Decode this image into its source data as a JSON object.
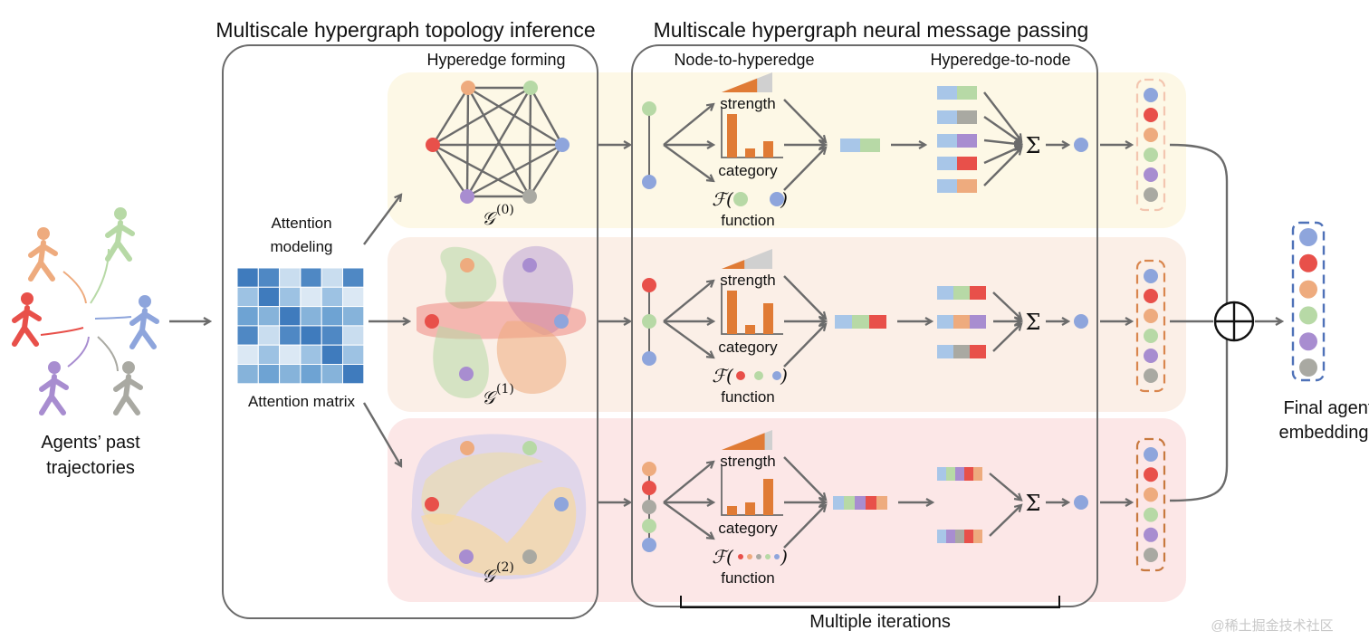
{
  "titles": {
    "topology": "Multiscale hypergraph topology inference",
    "message_passing": "Multiscale hypergraph neural message passing"
  },
  "subtitles": {
    "hyperedge_forming": "Hyperedge forming",
    "node_to_hyperedge": "Node-to-hyperedge",
    "hyperedge_to_node": "Hyperedge-to-node"
  },
  "input": {
    "line1": "Agents’ past",
    "line2": "trajectories"
  },
  "attention": {
    "modeling_line1": "Attention",
    "modeling_line2": "modeling",
    "matrix_label": "Attention matrix"
  },
  "graphs": [
    {
      "symbol": "𝒢",
      "scale": "(0)"
    },
    {
      "symbol": "𝒢",
      "scale": "(1)"
    },
    {
      "symbol": "𝒢",
      "scale": "(2)"
    }
  ],
  "edge_features": {
    "strength": "strength",
    "category": "category",
    "function_symbol": "ℱ(",
    "function_close": ")",
    "function": "function"
  },
  "sum_symbol": "Σ",
  "aggregate_symbol": "⊕",
  "output": {
    "line1": "Final agent",
    "line2": "embeddings"
  },
  "iterations_label": "Multiple iterations",
  "watermark": "@稀土掘金技术社区",
  "colors": {
    "red": "#e8504a",
    "orange": "#eeab7e",
    "green": "#b7d9a6",
    "blue": "#8ea5dc",
    "purple": "#a88dd0",
    "gray": "#a9a9a2",
    "bar": "#e07b35",
    "feature_blue": "#a8c6e8",
    "band_yellow": "#fdf8e6",
    "band_peach": "#fbefe7",
    "band_pink": "#fce7e7",
    "line": "#6b6b6b"
  }
}
